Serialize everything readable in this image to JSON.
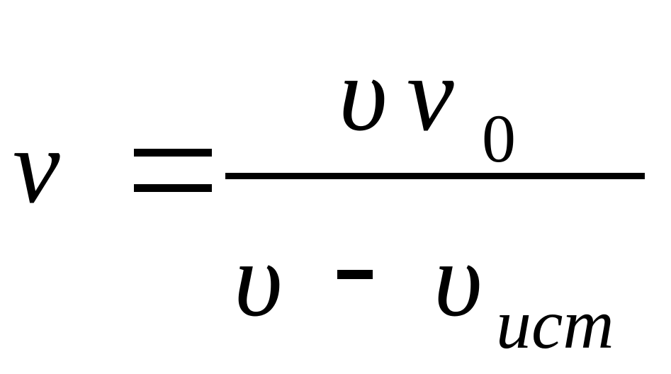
{
  "formula": {
    "lhs": "ν",
    "numerator": {
      "var1": "υ",
      "var2": "ν",
      "var2_subscript": "0"
    },
    "denominator": {
      "var1": "υ",
      "var2": "υ",
      "var2_subscript": "ист"
    }
  }
}
